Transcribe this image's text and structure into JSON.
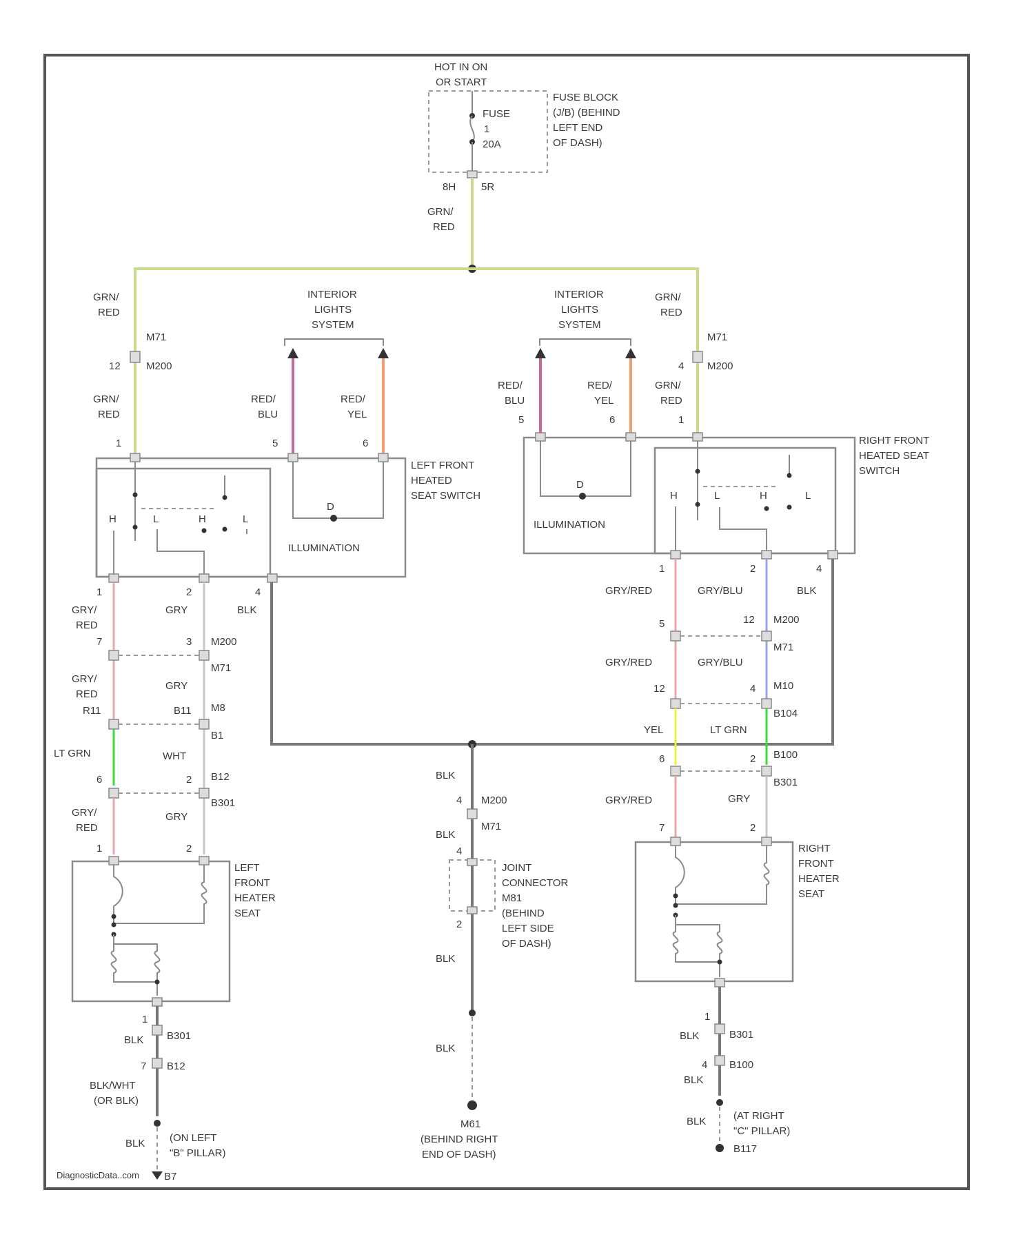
{
  "colors": {
    "grn_red": "#c9dc8c",
    "red_blu": "#c86b9a",
    "red_yel": "#f0a070",
    "gry_red": "#e8a8a8",
    "gry_blu": "#9aa6e0",
    "lt_grn": "#3ddb3d",
    "yel": "#f0ee40",
    "gry": "#c8c8c8",
    "blk": "#777777"
  },
  "power": {
    "hot_label_1": "HOT IN ON",
    "hot_label_2": "OR START",
    "fuse_name": "FUSE",
    "fuse_num": "1",
    "fuse_amp": "20A",
    "fuse_block_1": "FUSE BLOCK",
    "fuse_block_2": "(J/B) (BEHIND",
    "fuse_block_3": "LEFT END",
    "fuse_block_4": "OF DASH)",
    "pin_left": "8H",
    "pin_right": "5R",
    "wire_top_1": "GRN/",
    "wire_top_2": "RED"
  },
  "interior_left": {
    "l1": "INTERIOR",
    "l2": "LIGHTS",
    "l3": "SYSTEM"
  },
  "interior_right": {
    "l1": "INTERIOR",
    "l2": "LIGHTS",
    "l3": "SYSTEM"
  },
  "left_switch": {
    "name_1": "LEFT FRONT",
    "name_2": "HEATED",
    "name_3": "SEAT SWITCH",
    "illumination": "ILLUMINATION",
    "wire_grn_1": "GRN/",
    "wire_grn_2": "RED",
    "conn_m71": "M71",
    "conn_m200": "M200",
    "pin_12": "12",
    "wire_grn_b1": "GRN/",
    "wire_grn_b2": "RED",
    "wire_redblu_1": "RED/",
    "wire_redblu_2": "BLU",
    "wire_redyel_1": "RED/",
    "wire_redyel_2": "YEL",
    "pin_1": "1",
    "pin_5": "5",
    "pin_6": "6",
    "sw_h": "H",
    "sw_l1": "L",
    "sw_h2": "H",
    "sw_l2": "L",
    "bottom_pin_1": "1",
    "bottom_pin_2": "2",
    "bottom_pin_4": "4"
  },
  "right_switch": {
    "name_1": "RIGHT FRONT",
    "name_2": "HEATED SEAT",
    "name_3": "SWITCH",
    "illumination": "ILLUMINATION",
    "wire_grn_1": "GRN/",
    "wire_grn_2": "RED",
    "conn_m71": "M71",
    "conn_m200": "M200",
    "pin_4": "4",
    "wire_grn_b1": "GRN/",
    "wire_grn_b2": "RED",
    "wire_redblu_1": "RED/",
    "wire_redblu_2": "BLU",
    "wire_redyel_1": "RED/",
    "wire_redyel_2": "YEL",
    "pin_5": "5",
    "pin_6": "6",
    "pin_1": "1",
    "sw_h": "H",
    "sw_l1": "L",
    "sw_h2": "H",
    "sw_l2": "L",
    "bottom_pin_1": "1",
    "bottom_pin_2": "2",
    "bottom_pin_4": "4"
  },
  "left_wires": {
    "gry_red_1": "GRY/",
    "gry_red_2": "RED",
    "gry": "GRY",
    "blk": "BLK",
    "pin_7": "7",
    "pin_3": "3",
    "m200": "M200",
    "m71": "M71",
    "gry_red_b1": "GRY/",
    "gry_red_b2": "RED",
    "gry_b": "GRY",
    "pin_r11": "R11",
    "pin_b11": "B11",
    "m8": "M8",
    "b1": "B1",
    "lt_grn": "LT GRN",
    "wht": "WHT",
    "pin_6": "6",
    "pin_2": "2",
    "b12": "B12",
    "b301": "B301",
    "gry_red_c1": "GRY/",
    "gry_red_c2": "RED",
    "gry_c": "GRY",
    "pin_1": "1",
    "pin_2b": "2"
  },
  "left_heater": {
    "name_1": "LEFT",
    "name_2": "FRONT",
    "name_3": "HEATER",
    "name_4": "SEAT",
    "pin_1": "1",
    "blk": "BLK",
    "b301": "B301",
    "pin_7": "7",
    "b12": "B12",
    "blk_wht_1": "BLK/WHT",
    "blk_wht_2": "(OR BLK)",
    "blk_b": "BLK",
    "ground_1": "(ON LEFT",
    "ground_2": "\"B\" PILLAR)",
    "ground_id": "B7",
    "watermark": "DiagnosticData..com"
  },
  "center": {
    "blk_1": "BLK",
    "pin_4": "4",
    "m200": "M200",
    "m71": "M71",
    "blk_2": "BLK",
    "pin_4b": "4",
    "joint_1": "JOINT",
    "joint_2": "CONNECTOR",
    "joint_3": "M81",
    "joint_4": "(BEHIND",
    "joint_5": "LEFT SIDE",
    "joint_6": "OF DASH)",
    "pin_2": "2",
    "blk_3": "BLK",
    "blk_4": "BLK",
    "ground_id": "M61",
    "ground_1": "(BEHIND RIGHT",
    "ground_2": "END OF DASH)"
  },
  "right_wires": {
    "gry_red": "GRY/RED",
    "gry_blu": "GRY/BLU",
    "blk": "BLK",
    "pin_5": "5",
    "pin_12": "12",
    "m200": "M200",
    "m71": "M71",
    "gry_red_b": "GRY/RED",
    "gry_blu_b": "GRY/BLU",
    "pin_12b": "12",
    "pin_4": "4",
    "m10": "M10",
    "b104": "B104",
    "yel": "YEL",
    "lt_grn": "LT GRN",
    "pin_6": "6",
    "pin_2": "2",
    "b100": "B100",
    "b301": "B301",
    "gry_red_c": "GRY/RED",
    "gry_c": "GRY",
    "pin_7": "7",
    "pin_2b": "2"
  },
  "right_heater": {
    "name_1": "RIGHT",
    "name_2": "FRONT",
    "name_3": "HEATER",
    "name_4": "SEAT",
    "pin_1": "1",
    "blk": "BLK",
    "b301": "B301",
    "pin_4": "4",
    "b100": "B100",
    "blk_b": "BLK",
    "blk_c": "BLK",
    "ground_1": "(AT RIGHT",
    "ground_2": "\"C\" PILLAR)",
    "ground_id": "B117"
  }
}
